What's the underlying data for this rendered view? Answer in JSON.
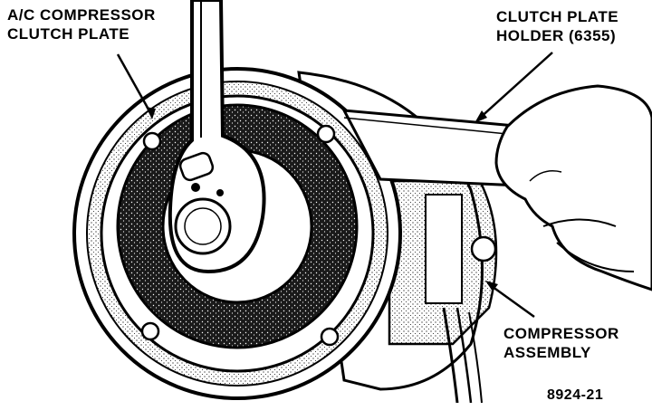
{
  "labels": {
    "clutch_plate": {
      "line1": "A/C COMPRESSOR",
      "line2": "CLUTCH PLATE"
    },
    "holder": {
      "line1": "CLUTCH PLATE",
      "line2": "HOLDER (6355)"
    },
    "compressor": {
      "line1": "COMPRESSOR",
      "line2": "ASSEMBLY"
    },
    "figure_number": "8924-21"
  },
  "colors": {
    "ink": "#000000",
    "paper": "#ffffff"
  }
}
